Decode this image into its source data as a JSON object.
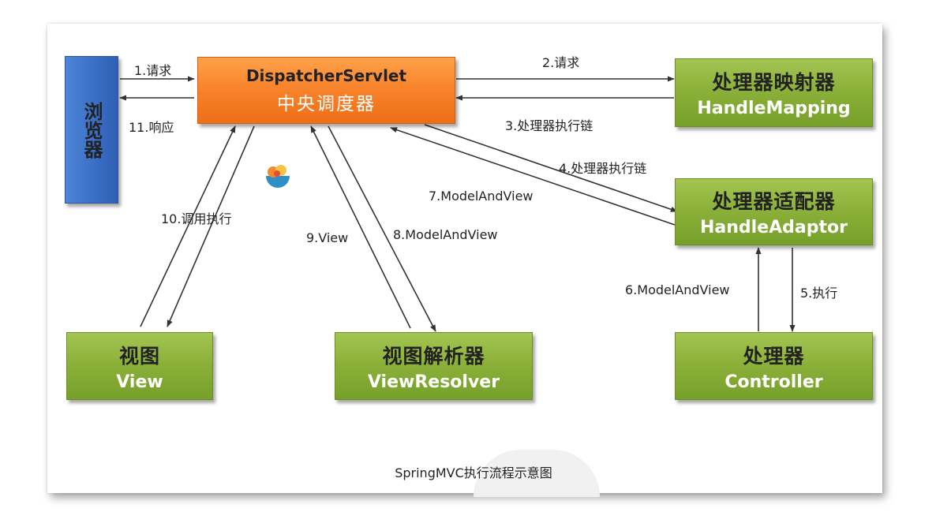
{
  "boxes": {
    "browser": "浏览器",
    "dispatcher": {
      "title": "DispatcherServlet",
      "subtitle": "中央调度器"
    },
    "handler_mapping": {
      "title": "处理器映射器",
      "subtitle": "HandleMapping"
    },
    "handler_adaptor": {
      "title": "处理器适配器",
      "subtitle": "HandleAdaptor"
    },
    "controller": {
      "title": "处理器",
      "subtitle": "Controller"
    },
    "view_resolver": {
      "title": "视图解析器",
      "subtitle": "ViewResolver"
    },
    "view": {
      "title": "视图",
      "subtitle": "View"
    }
  },
  "arrows": {
    "a1": "1.请求",
    "a2": "2.请求",
    "a3": "3.处理器执行链",
    "a4": "4.处理器执行链",
    "a5": "5.执行",
    "a6": "6.ModelAndView",
    "a7": "7.ModelAndView",
    "a8": "8.ModelAndView",
    "a9": "9.View",
    "a10": "10.调用执行",
    "a11": "11.响应"
  },
  "caption": "SpringMVC执行流程示意图",
  "colors": {
    "green_box": "#8cb13a",
    "orange_box": "#f7822a",
    "blue_box": "#3a6fc7",
    "arrow": "#333333"
  }
}
